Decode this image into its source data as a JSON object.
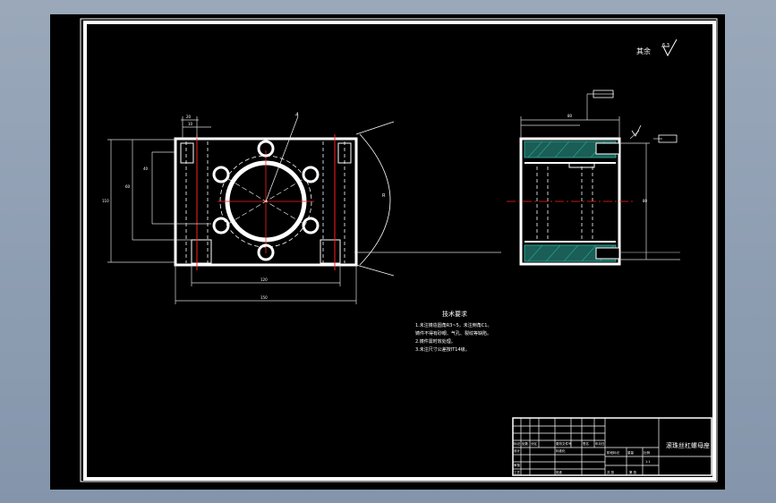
{
  "drawing": {
    "roughness_note": "其余",
    "roughness_value": "6.3",
    "datum_left": "",
    "datum_right": "",
    "tech_title": "技术要求",
    "tech_lines": [
      "1.未注铸造圆角R3~5，未注倒角C1。",
      "铸件不得有砂眼、气孔、裂纹等缺陷。",
      "2.铸件需时效处理。",
      "3.未注尺寸公差按IT14级。"
    ],
    "title_block": {
      "part_name": "滚珠丝杠螺母座",
      "cells": [
        "标记",
        "处数",
        "分区",
        "更改文件号",
        "签名",
        "年月日",
        "设计",
        "审核",
        "工艺",
        "批准",
        "标准化",
        "阶段标记",
        "重量",
        "比例",
        "1:1",
        "共 张",
        "第 张"
      ]
    },
    "dims": {
      "top_small_a": "20",
      "top_small_b": "10",
      "left_tall": "110",
      "left_mid": "60",
      "left_inner": "40",
      "bottom_inner": "120",
      "bottom_outer": "150",
      "right_top": "80",
      "right_side": "80",
      "radius_label": "R"
    }
  },
  "colors": {
    "canvas": "#000000",
    "frame": "#ffffff",
    "center": "#ff2020",
    "hatch": "#2aa090",
    "dim": "#d8d8d8"
  }
}
